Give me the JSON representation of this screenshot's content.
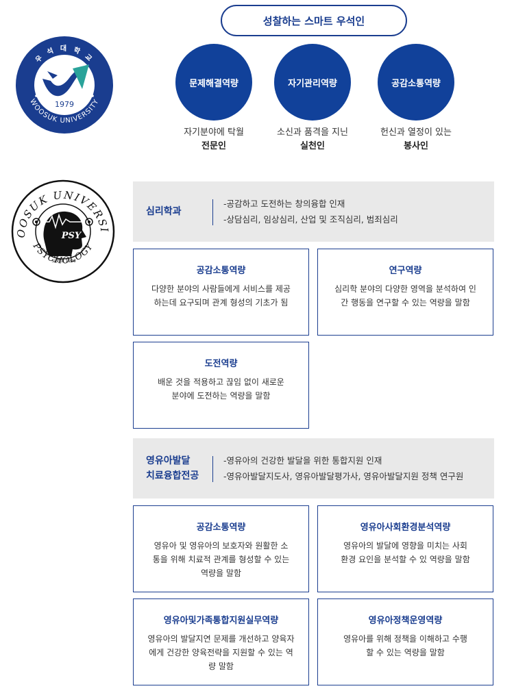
{
  "header": {
    "title": "성찰하는 스마트 우석인",
    "competencies": [
      {
        "name": "문제해결역량",
        "desc": "자기분야에 탁월",
        "tagline": "전문인"
      },
      {
        "name": "자기관리역량",
        "desc": "소신과 품격을 지닌",
        "tagline": "실천인"
      },
      {
        "name": "공감소통역량",
        "desc": "헌신과 열정이 있는",
        "tagline": "봉사인"
      }
    ]
  },
  "logos": {
    "university": {
      "arc_top": "우 석 대 학 교",
      "arc_bottom": "WOOSUK UNIVERSITY",
      "year": "1979"
    },
    "psychology": {
      "arc_top": "WOOSUK UNIVERSITY",
      "arc_bottom": "PSYCHOLOGY",
      "mark": "PSY",
      "since": "SINCE 1996"
    }
  },
  "departments": [
    {
      "name_lines": [
        "심리학과"
      ],
      "desc_lines": [
        "-공감하고 도전하는 창의융합 인재",
        "-상담심리, 임상심리, 산업 및 조직심리, 범죄심리"
      ],
      "cards": [
        {
          "title": "공감소통역량",
          "body": "다양한 분야의 사람들에게 서비스를 제공하는데 요구되며 관계 형성의 기초가 됨"
        },
        {
          "title": "연구역량",
          "body": "심리학 분야의 다양한 영역을 분석하여 인간 행동을 연구할 수 있는 역량을 말함"
        },
        {
          "title": "도전역량",
          "body": "배운 것을 적용하고 끊임 없이 새로운 분야에 도전하는 역량을 말함"
        }
      ]
    },
    {
      "name_lines": [
        "영유아발달",
        "치료융합전공"
      ],
      "desc_lines": [
        "-영유아의 건강한 발달을 위한 통합지원 인재",
        "-영유아발달지도사, 영유아발달평가사, 영유아발달지원 정책 연구원"
      ],
      "cards": [
        {
          "title": "공감소통역량",
          "body": "영유아 및 영유아의 보호자와 원활한 소통을 위해 치료적 관계를 형성할 수 있는 역량을 말함"
        },
        {
          "title": "영유아사회환경분석역량",
          "body": "영유아의 발달에 영향을 미치는 사회환경 요인을 분석할 수 있 역량을 말함"
        },
        {
          "title": "영유아및가족통합지원실무역량",
          "body": "영유아의 발달지연 문제를 개선하고 양육자에게 건강한 양육전략을 지원할 수 있는 역량 말함"
        },
        {
          "title": "영유아정책운영역량",
          "body": "영유아를 위해 정책을 이해하고 수행할 수 있는 역량을 말함"
        }
      ]
    }
  ],
  "colors": {
    "navy": "#1a3d8f",
    "circle": "#11419a",
    "panel": "#e9e9e9",
    "teal": "#2aa39a"
  }
}
